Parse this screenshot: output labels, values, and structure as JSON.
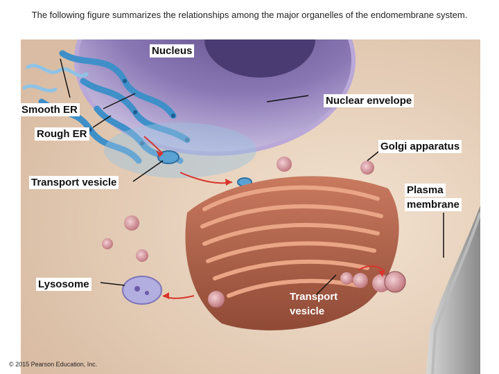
{
  "caption": "The following figure summarizes the relationships among the major organelles of the endomembrane system.",
  "labels": {
    "nucleus": "Nucleus",
    "nuclear_envelope": "Nuclear envelope",
    "smooth_er": "Smooth ER",
    "rough_er": "Rough ER",
    "golgi": "Golgi apparatus",
    "transport_vesicle_top": "Transport vesicle",
    "plasma_membrane_1": "Plasma",
    "plasma_membrane_2": "membrane",
    "lysosome": "Lysosome",
    "transport_vesicle_bottom_1": "Transport",
    "transport_vesicle_bottom_2": "vesicle"
  },
  "copyright": "© 2015 Pearson Education, Inc.",
  "colors": {
    "cytoplasm": "#e8d2bd",
    "nucleus": "#7d6aa8",
    "er": "#3f8fc8",
    "golgi": "#c0604a",
    "arrow": "#d9342b"
  }
}
